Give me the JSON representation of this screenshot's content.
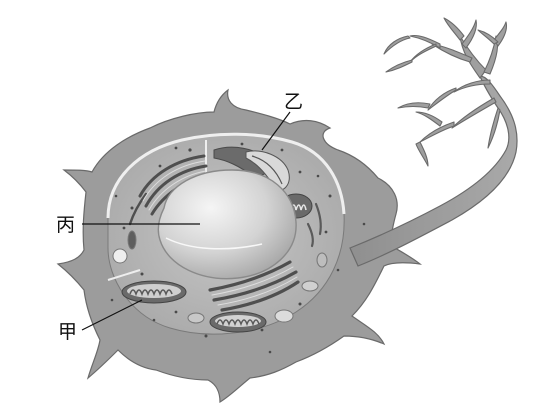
{
  "diagram": {
    "labels": {
      "jia": "甲",
      "yi": "乙",
      "bing": "丙"
    },
    "colors": {
      "cytoplasm": "#9c9c9c",
      "cell_edge": "#6f6f6f",
      "cut_interior": "#b9b9b9",
      "nucleus_light": "#eeeeee",
      "nucleus_dark": "#a6a6a6",
      "organelle_dark": "#5e5e5e",
      "organelle_light": "#d8d8d8",
      "leader_line": "#111111"
    }
  }
}
